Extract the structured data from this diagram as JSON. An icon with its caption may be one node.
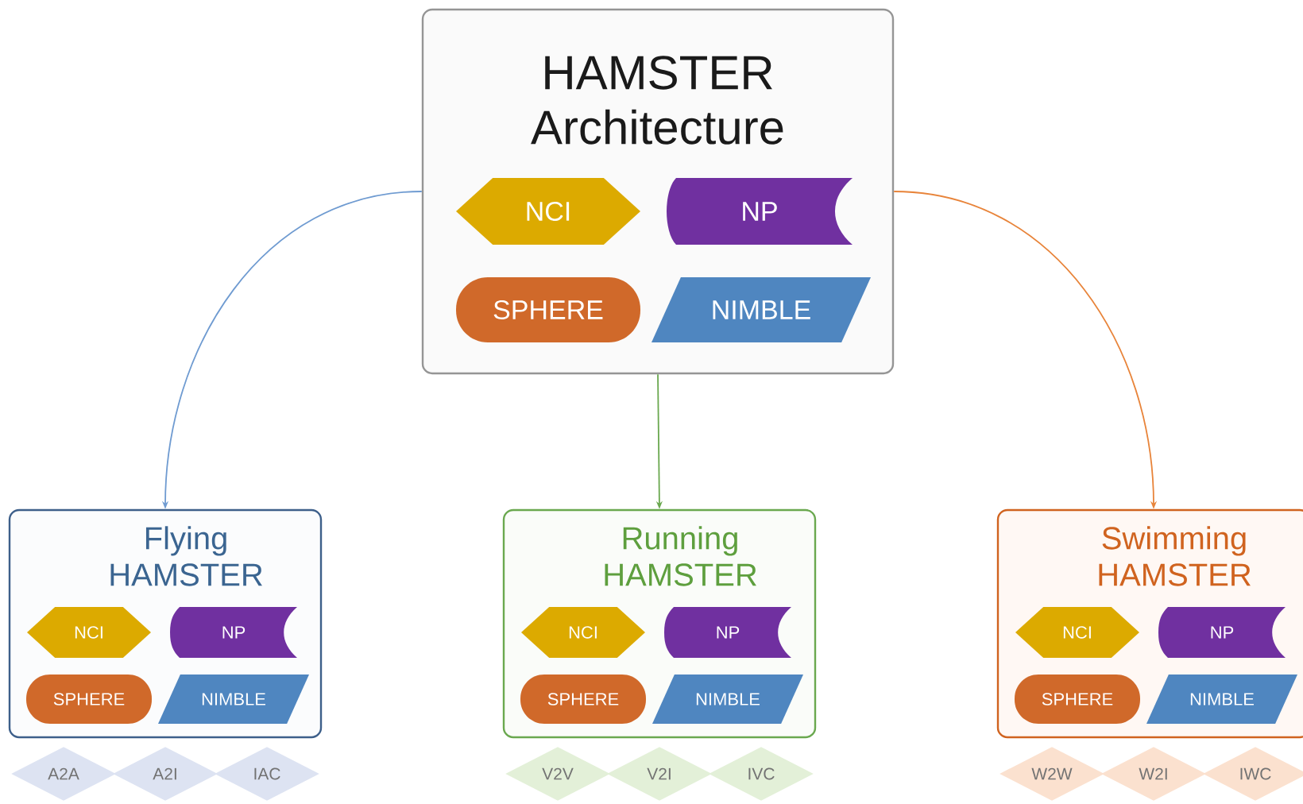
{
  "diagram": {
    "nodes": [
      {
        "text": [
          "HAMSTER Architecture"
        ]
      },
      {
        "text": [
          "NCI"
        ],
        "in": 0
      },
      {
        "text": [
          "NP"
        ],
        "in": 0
      },
      {
        "text": [
          "SPHERE"
        ],
        "in": 0
      },
      {
        "text": [
          "NIMBLE"
        ],
        "in": 0
      },
      {
        "text": [
          "Flying HAMSTER"
        ]
      },
      {
        "text": [
          "NCI"
        ],
        "in": 5
      },
      {
        "text": [
          "NP"
        ],
        "in": 5
      },
      {
        "text": [
          "SPHERE"
        ],
        "in": 5
      },
      {
        "text": [
          "NIMBLE"
        ],
        "in": 5
      },
      {
        "text": [
          "Running HAMSTER"
        ]
      },
      {
        "text": [
          "NCI"
        ],
        "in": 10
      },
      {
        "text": [
          "NP"
        ],
        "in": 10
      },
      {
        "text": [
          "SPHERE"
        ],
        "in": 10
      },
      {
        "text": [
          "NIMBLE"
        ],
        "in": 10
      },
      {
        "text": [
          "Swimming HAMSTER"
        ]
      },
      {
        "text": [
          "NCI"
        ],
        "in": 15
      },
      {
        "text": [
          "NP"
        ],
        "in": 15
      },
      {
        "text": [
          "SPHERE"
        ],
        "in": 15
      },
      {
        "text": [
          "NIMBLE"
        ],
        "in": 15
      },
      {
        "text": [
          "A2A"
        ]
      },
      {
        "text": [
          "A2I"
        ]
      },
      {
        "text": [
          "IAC"
        ]
      },
      {
        "text": [
          "V2V"
        ]
      },
      {
        "text": [
          "V2I"
        ]
      },
      {
        "text": [
          "IVC"
        ]
      },
      {
        "text": [
          "W2W"
        ]
      },
      {
        "text": [
          "W2I"
        ]
      },
      {
        "text": [
          "IWC"
        ]
      }
    ],
    "edges": [
      {
        "from": 0,
        "to": 5,
        "arrow": "to",
        "color": "#6f9bd1"
      },
      {
        "from": 0,
        "to": 10,
        "arrow": "to",
        "color": "#6aa84f"
      },
      {
        "from": 0,
        "to": 15,
        "arrow": "to",
        "color": "#e8843a"
      }
    ]
  }
}
